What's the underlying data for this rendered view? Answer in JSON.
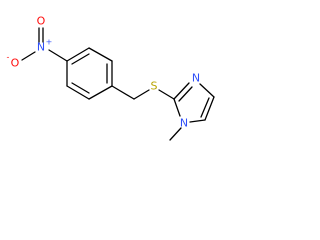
{
  "molecule": {
    "atoms": {
      "nitro_o_top": {
        "symbol": "O",
        "color": "#ff0d0d"
      },
      "nitro_n": {
        "symbol": "N",
        "color": "#3050f8",
        "charge": "+"
      },
      "nitro_o_minus": {
        "symbol": "O",
        "color": "#ff0d0d",
        "charge": "-"
      },
      "sulfur": {
        "symbol": "S",
        "color": "#b8a400"
      },
      "imidazole_n3": {
        "symbol": "N",
        "color": "#3050f8"
      },
      "imidazole_n1": {
        "symbol": "N",
        "color": "#3050f8"
      }
    },
    "bond_color": "#000000"
  }
}
